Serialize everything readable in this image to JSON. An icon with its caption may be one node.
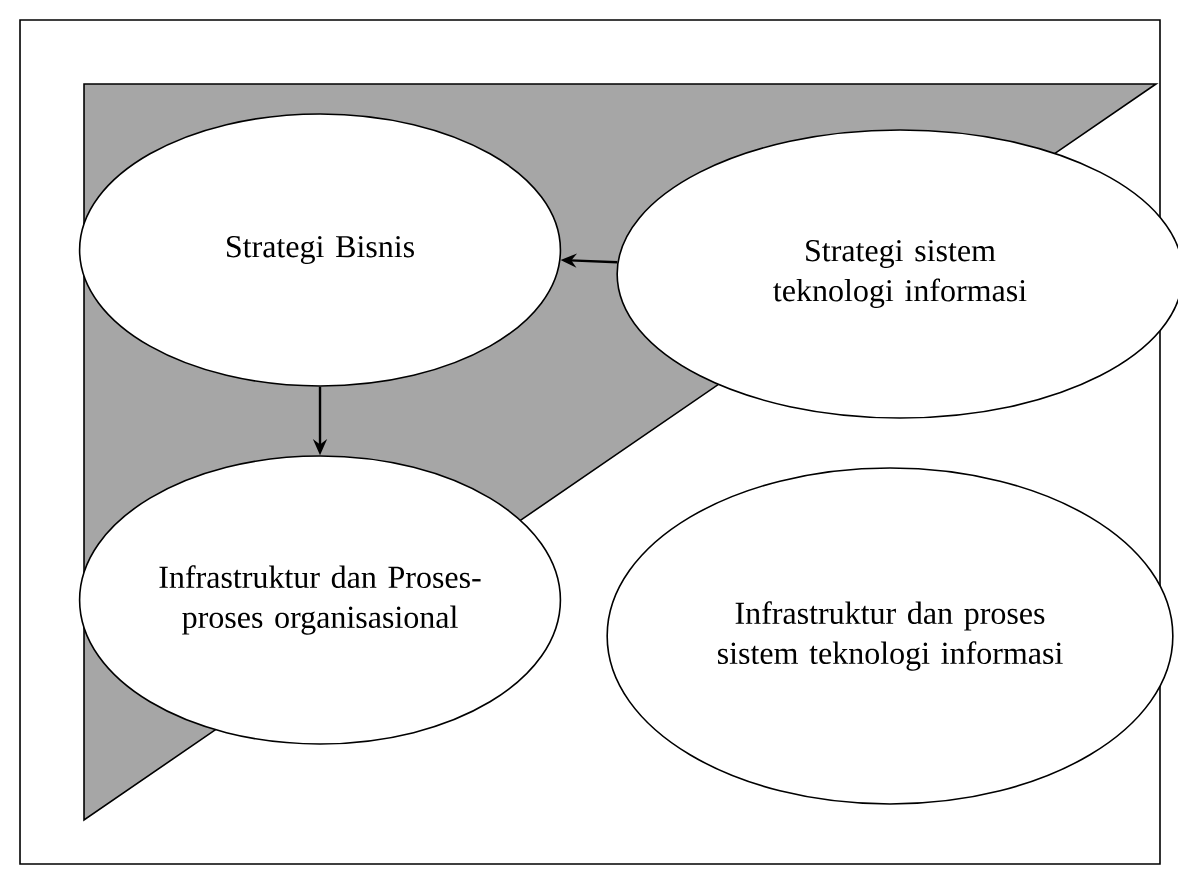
{
  "diagram": {
    "nodes": [
      {
        "text": [
          "Strategi Bisnis"
        ]
      },
      {
        "text": [
          "Strategi sistem teknologi informasi"
        ]
      },
      {
        "text": [
          "Infrastruktur dan Proses-proses organisasional"
        ]
      },
      {
        "text": [
          "Infrastruktur dan proses sistem teknologi informasi"
        ]
      }
    ],
    "edges": [
      {
        "from": 1,
        "to": 0,
        "arrow": "to"
      },
      {
        "from": 0,
        "to": 2,
        "arrow": "to"
      }
    ]
  }
}
